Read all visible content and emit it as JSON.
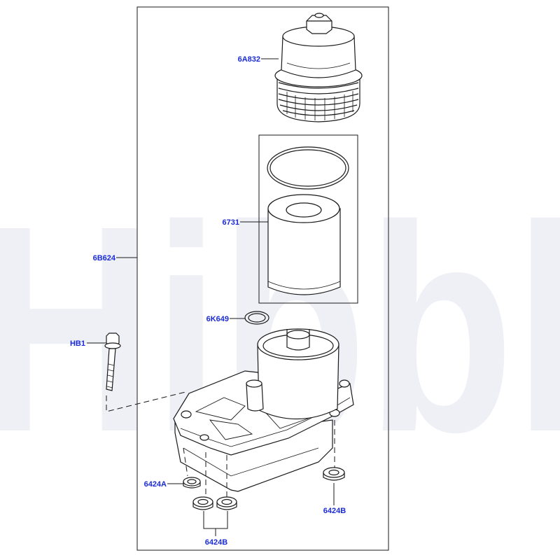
{
  "diagram": {
    "watermark": "Hibbl",
    "colors": {
      "callout": "#1a2bd6",
      "line": "#1a1a1a",
      "watermark": "#eef0f6",
      "part_fill": "#ffffff"
    },
    "callouts": [
      {
        "id": "cap",
        "text": "6A832"
      },
      {
        "id": "filter",
        "text": "6731"
      },
      {
        "id": "assembly",
        "text": "6B624"
      },
      {
        "id": "seal",
        "text": "6K649"
      },
      {
        "id": "bolt",
        "text": "HB1"
      },
      {
        "id": "washer-a",
        "text": "6424A"
      },
      {
        "id": "washer-b-right",
        "text": "6424B"
      },
      {
        "id": "washer-b-bottom",
        "text": "6424B"
      }
    ]
  }
}
